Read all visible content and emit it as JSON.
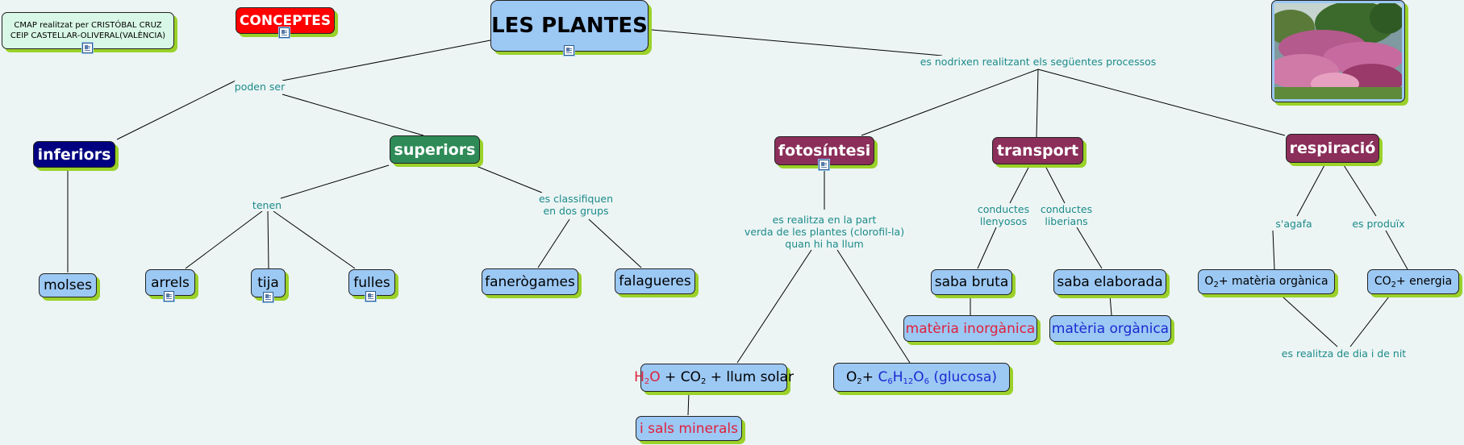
{
  "credit": {
    "line1": "CMAP realitzat per CRISTÓBAL CRUZ",
    "line2": "CEIP CASTELLAR-OLIVERAL(VALÈNCIA)"
  },
  "title": "LES PLANTES",
  "conceptes": "CONCEPTES",
  "nodes": {
    "inferiors": "inferiors",
    "superiors": "superiors",
    "molses": "molses",
    "arrels": "arrels",
    "tija": "tija",
    "fulles": "fulles",
    "faneroogames": "fanerògames",
    "falagueres": "falagueres",
    "fotosintesi": "fotosíntesi",
    "transport": "transport",
    "respiracio": "respiració",
    "saba_bruta": "saba bruta",
    "saba_elaborada": "saba elaborada",
    "materia_inorganica": "matèria inorgànica",
    "materia_organica": "matèria orgànica",
    "sals_minerals": "i sals minerals",
    "o2_materia": {
      "o": "O",
      "sub": "2",
      "rest": "+ matèria orgànica"
    },
    "co2_energia": {
      "co": "CO",
      "sub": "2",
      "rest": "+ energia"
    },
    "reactants": {
      "h": "H",
      "h_sub": "2",
      "o": "O",
      "plus1": " + ",
      "co": "CO",
      "co_sub": "2",
      "rest": " + llum solar"
    },
    "products": {
      "o": "O",
      "o_sub": "2",
      "plus": "+ ",
      "c": "C",
      "c_sub": "6",
      "h": "H",
      "h_sub": "12",
      "o2": "O",
      "o2_sub": "6",
      "rest": " (glucosa)"
    }
  },
  "links": {
    "poden_ser": "poden ser",
    "es_nodrixen": "es nodrixen realitzant els següentes processos",
    "tenen": "tenen",
    "es_classifiquen": {
      "line1": "es classifiquen",
      "line2": "en dos grups"
    },
    "es_realitza_part": {
      "line1": "es realitza en la part",
      "line2": "verda de les plantes (clorofil-la)",
      "line3": "quan hi ha llum"
    },
    "conductes_llenyosos": {
      "line1": "conductes",
      "line2": "llenyosos"
    },
    "conductes_liberians": {
      "line1": "conductes",
      "line2": "liberians"
    },
    "s_agafa": "s'agafa",
    "es_produix": "es produïx",
    "dia_nit": "es realitza de dia i de nit"
  },
  "colors": {
    "background": "#ecf5f4",
    "node_blue": "#9cc8f4",
    "shadow": "#9bd12a",
    "link_text": "#1c8a8a",
    "maroon": "#8b2e5a",
    "green": "#2e8b57",
    "navy": "#000080",
    "red": "#ff0000"
  }
}
